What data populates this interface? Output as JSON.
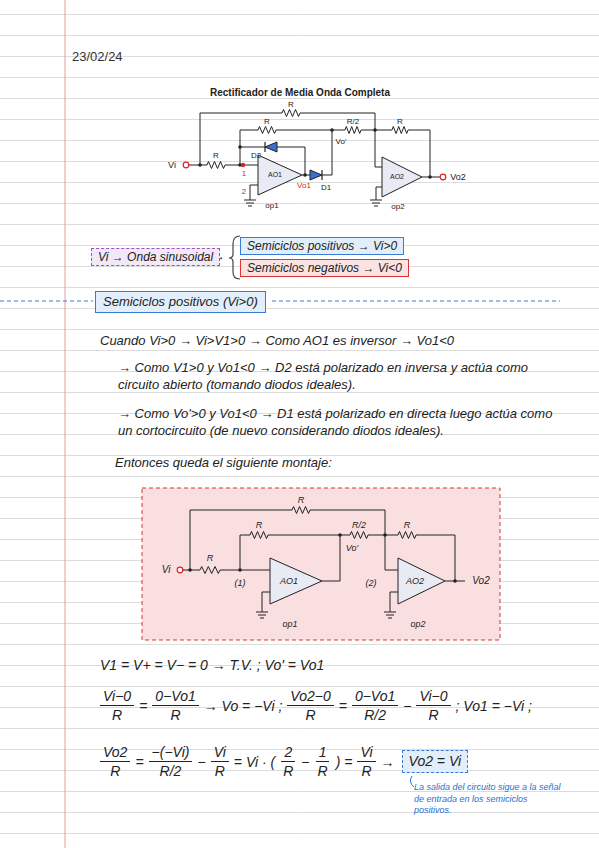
{
  "diagram": {
    "title": "Rectificador de Media Onda Completa",
    "nodes": [
      {
        "text": [
          "Vi → Onda sinusoidal"
        ]
      },
      {
        "text": [
          "Semiciclos positivos → Vi>0"
        ]
      },
      {
        "text": [
          "Semiciclos negativos → Vi<0"
        ]
      },
      {
        "text": [
          "Semiciclos positivos (Vi>0)"
        ]
      },
      {
        "text": [
          "Vo2 = Vi"
        ]
      }
    ],
    "labels": [
      "23/02/24",
      "R",
      "R",
      "R/2",
      "R",
      "D2",
      "Vo'",
      "Vi",
      "R",
      "1",
      "AO1",
      "Vo1",
      "2",
      "D1",
      "op1",
      "AO2",
      "Vo2",
      "op2",
      "Cuando Vi>0 → Vi>V1>0 → Como AO1 es inversor → Vo1<0",
      "→ Como V1>0 y Vo1<0 → D2 está polarizado en inversa y actúa como circuito abierto (tomando diodos ideales).",
      "→ Como Vo'>0 y Vo1<0 → D1 está polarizado en directa luego actúa como un cortocircuito (de nuevo considerando diodos ideales).",
      "Entonces queda el siguiente montaje:",
      "R",
      "R",
      "R/2",
      "R",
      "Vo'",
      "Vi",
      "R",
      "(1)",
      "AO1",
      "op1",
      "(2)",
      "AO2",
      "op2",
      "Vo2",
      "V1 = V+ = V− = 0 → T.V. ; Vo' = Vo1",
      "Vi−0",
      "R",
      "=",
      "0−Vo1",
      "R",
      "→ Vo = −Vi ;",
      "Vo2−0",
      "R",
      "=",
      "0−Vo1",
      "R/2",
      "−",
      "Vi−0",
      "R",
      "; Vo1 = −Vi ;",
      "Vo2",
      "R",
      "=",
      "−(−Vi)",
      "R/2",
      "−",
      "Vi",
      "R",
      "= Vi · (",
      "2",
      "R",
      "−",
      "1",
      "R",
      ") =",
      "Vi",
      "R",
      "→",
      "La salida del circuito sigue a la señal de entrada en los semiciclos positivos.",
      "→"
    ]
  }
}
